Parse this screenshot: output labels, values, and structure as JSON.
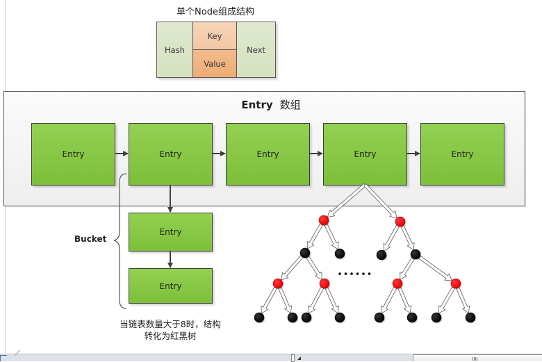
{
  "node_structure": {
    "title": "单个Node组成结构",
    "fields": {
      "hash": "Hash",
      "key": "Key",
      "value": "Value",
      "next": "Next"
    }
  },
  "entry_array": {
    "title_en": "Entry",
    "title_zh": "数组",
    "entries": [
      "Entry",
      "Entry",
      "Entry",
      "Entry",
      "Entry"
    ]
  },
  "bucket": {
    "label": "Bucket",
    "entries": [
      "Entry",
      "Entry"
    ]
  },
  "red_black_tree": {
    "ellipsis": "……",
    "colors": {
      "red": "#ff0000",
      "black": "#000000"
    }
  },
  "note": {
    "line1": "当链表数量大于8时，结构",
    "line2": "转化为红黑树"
  },
  "colors": {
    "entry_green": "#8cc63f",
    "node_side": "#d8e4c4",
    "node_key": "#f5cfb0",
    "node_value": "#f0b381"
  }
}
